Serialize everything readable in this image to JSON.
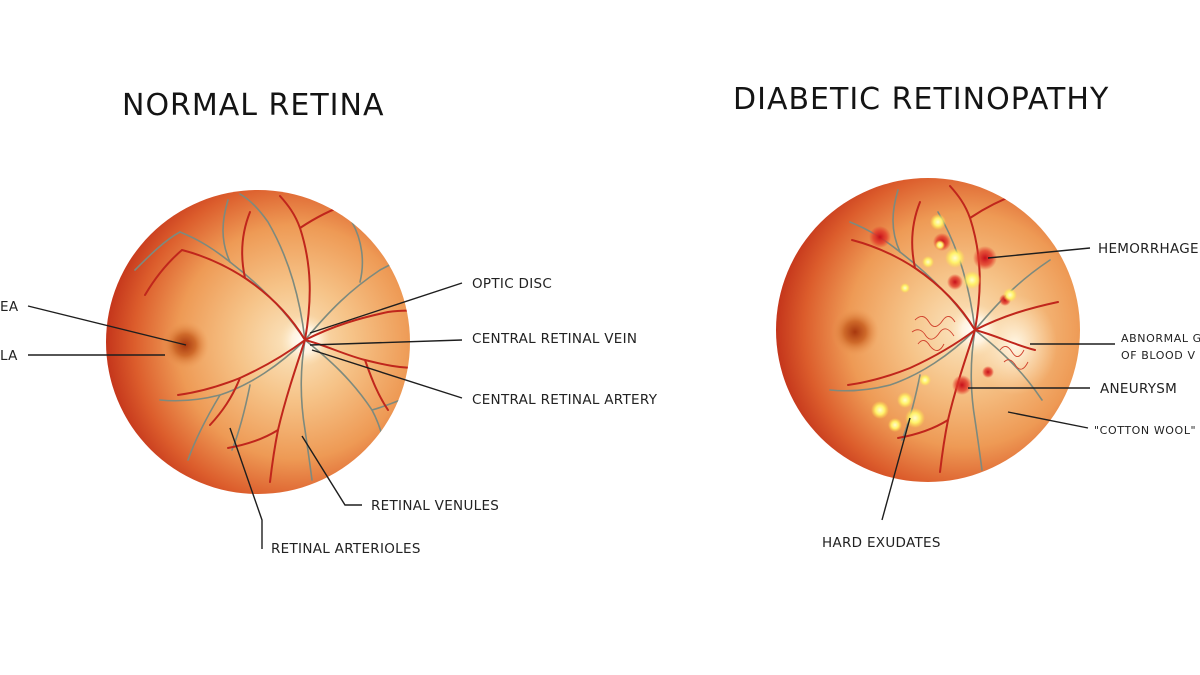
{
  "left": {
    "title": "NORMAL RETINA",
    "labels": {
      "fovea": "EA",
      "macula": "LA",
      "optic_disc": "OPTIC DISC",
      "central_vein": "CENTRAL RETINAL VEIN",
      "central_artery": "CENTRAL RETINAL ARTERY",
      "venules": "RETINAL VENULES",
      "arterioles": "RETINAL ARTERIOLES"
    }
  },
  "right": {
    "title": "DIABETIC RETINOPATHY",
    "labels": {
      "hemorrhage": "HEMORRHAGE",
      "abnormal_1": "ABNORMAL G",
      "abnormal_2": "OF BLOOD V",
      "aneurysm": "ANEURYSM",
      "cotton_wool": "\"COTTON WOOL\"",
      "hard_exudates": "HARD EXUDATES"
    }
  },
  "colors": {
    "retina_center": "#f9d6a2",
    "retina_mid": "#f0904a",
    "retina_edge": "#c8361a",
    "artery": "#c0261c",
    "vein": "#7d8a7e",
    "exudate": "#fff26a",
    "hemorrhage": "#d4121e"
  }
}
